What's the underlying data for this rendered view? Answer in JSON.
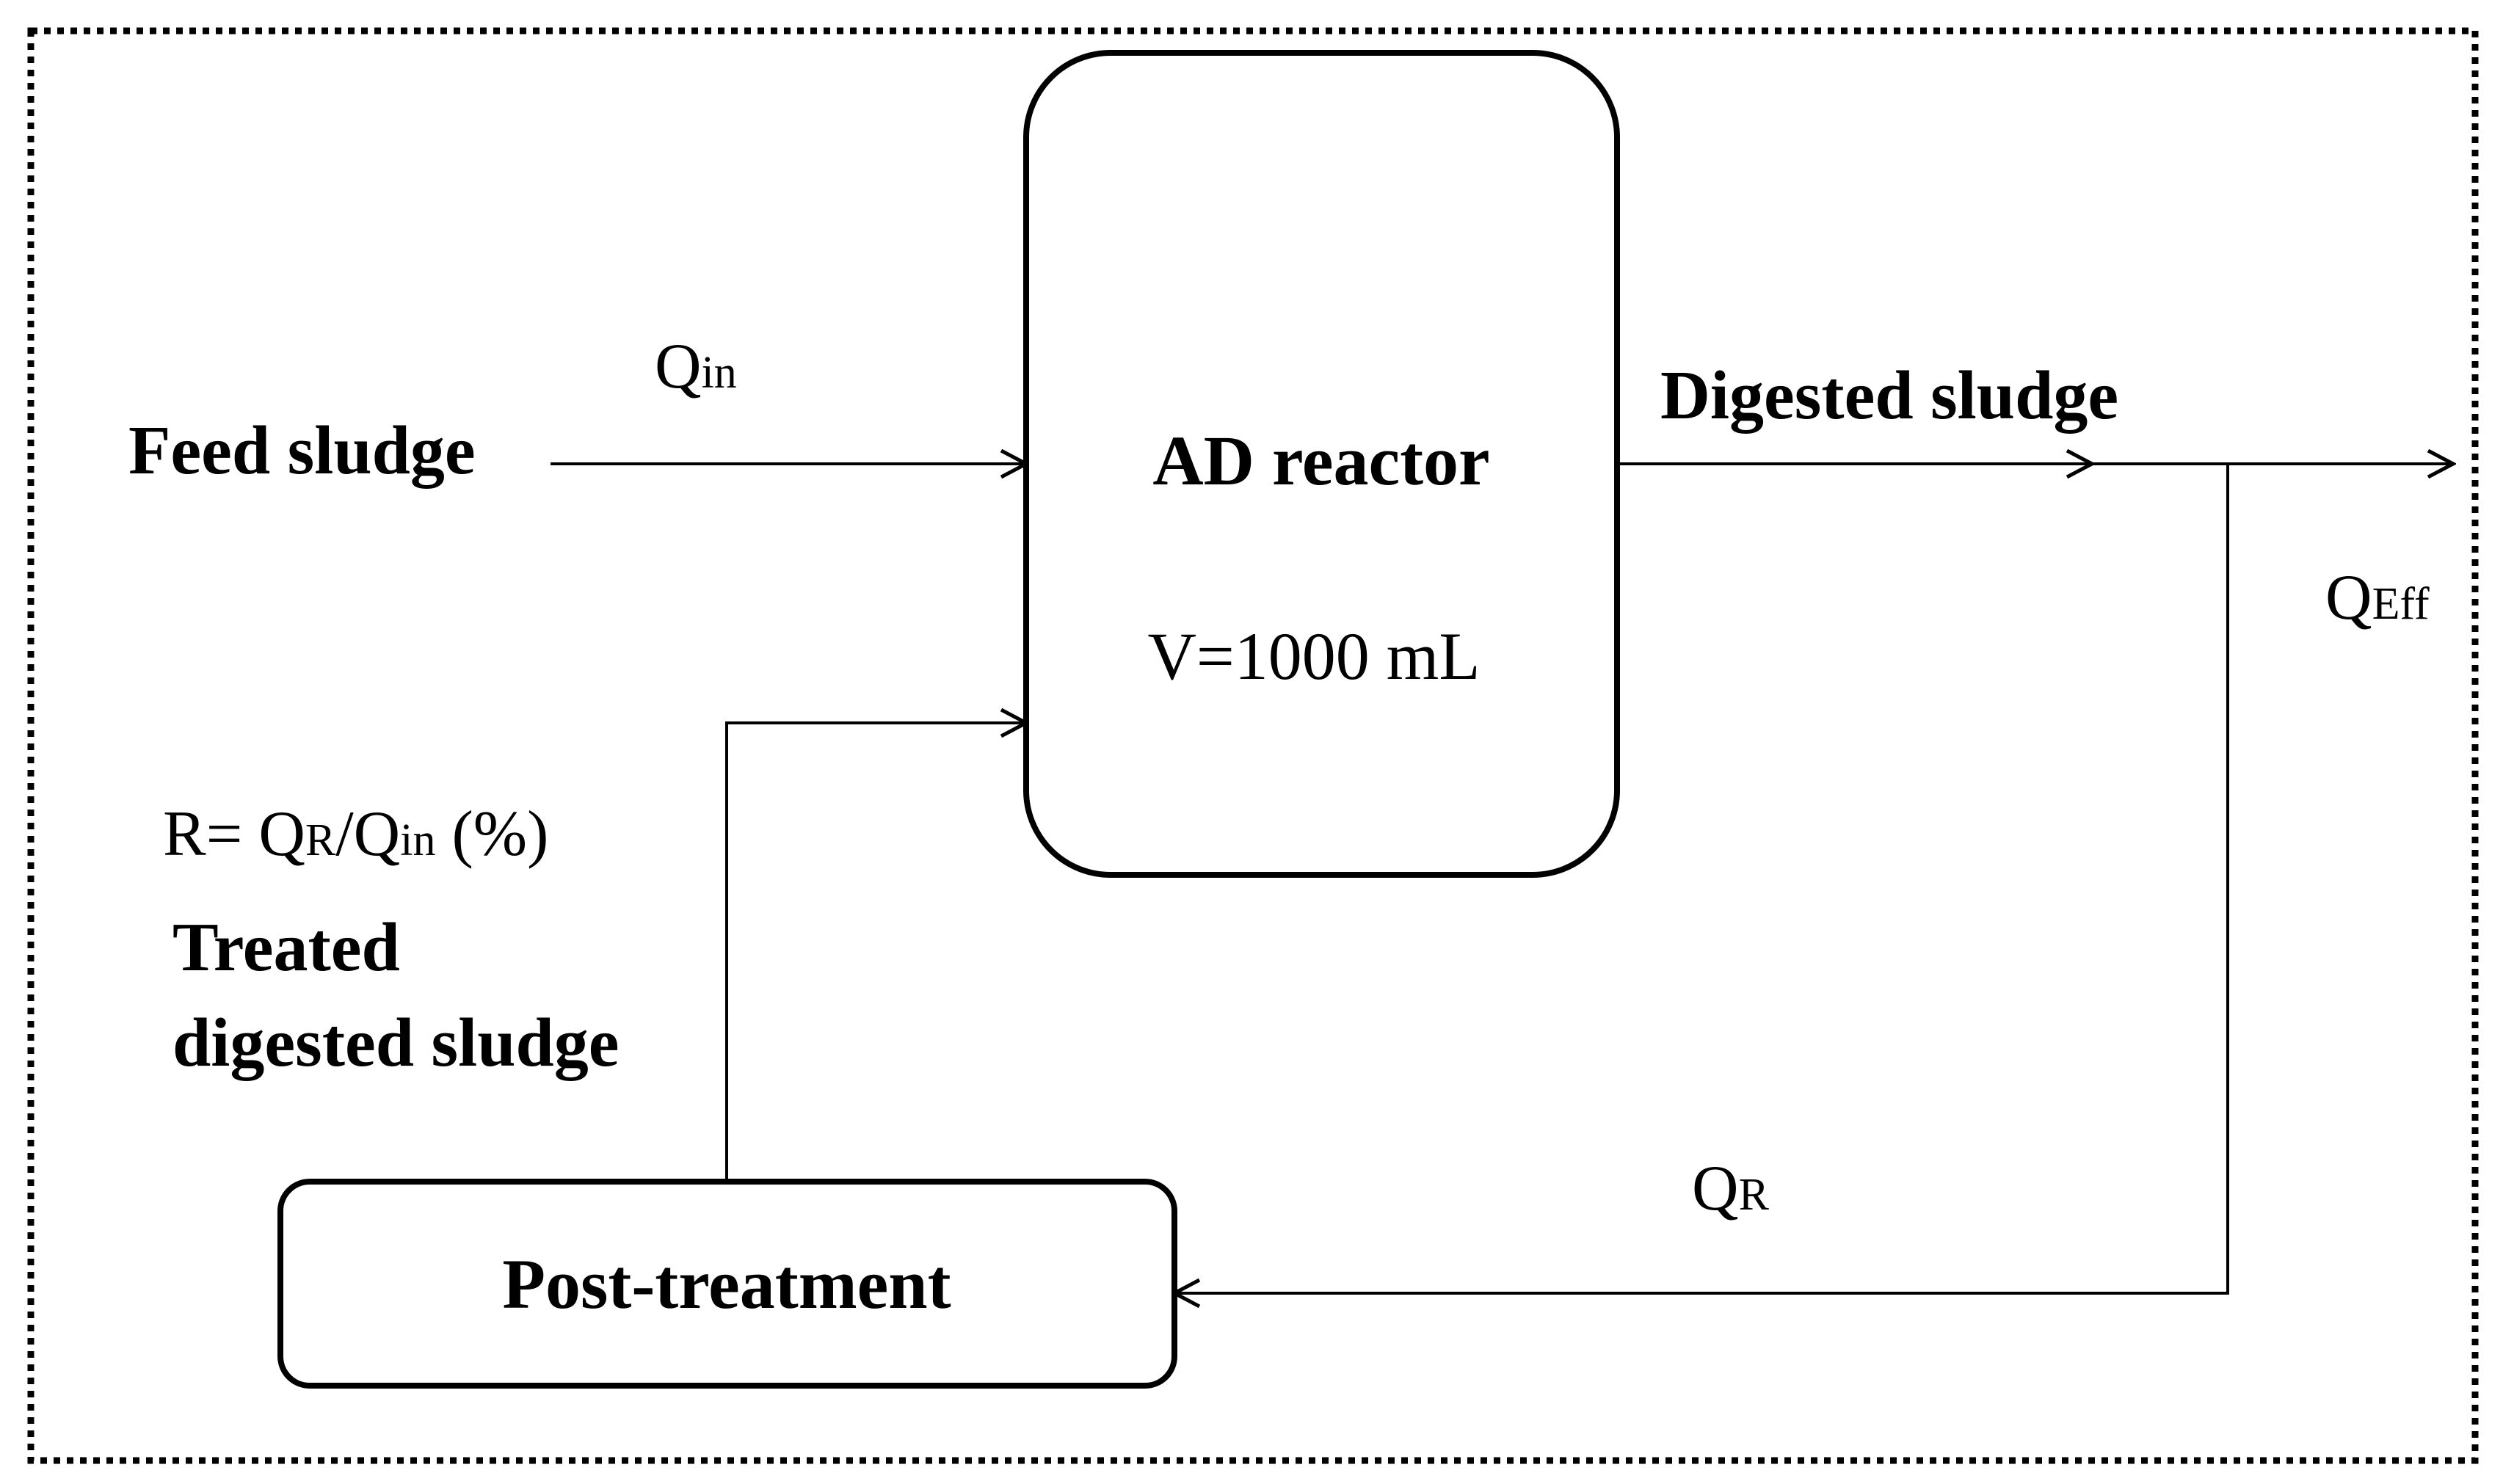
{
  "labels": {
    "feed_sludge": "Feed sludge",
    "q_in_main": "Q",
    "q_in_sub": "in",
    "reactor_title": "AD reactor",
    "reactor_volume": "V=1000 mL",
    "digested_sludge": "Digested sludge",
    "q_eff_main": "Q",
    "q_eff_sub": "Eff",
    "ratio_r": "R= Q",
    "ratio_sub_r": "R",
    "ratio_slash": "/Q",
    "ratio_sub_in": "in",
    "ratio_pct": " (%)",
    "treated_line1": "Treated",
    "treated_line2": "digested sludge",
    "q_r_main": "Q",
    "q_r_sub": "R",
    "post_treatment": "Post-treatment"
  },
  "colors": {
    "stroke": "#000000",
    "background": "#ffffff"
  }
}
